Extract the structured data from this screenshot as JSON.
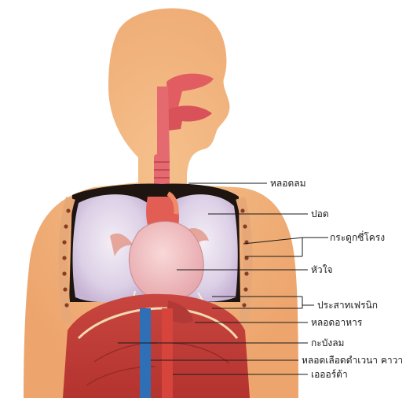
{
  "figure": {
    "subject": "human-thorax-anatomy",
    "labels": [
      {
        "id": "trachea",
        "text": "หลอดลม"
      },
      {
        "id": "lung",
        "text": "ปอด"
      },
      {
        "id": "ribs",
        "text": "กระดูกซี่โครง"
      },
      {
        "id": "heart",
        "text": "หัวใจ"
      },
      {
        "id": "phrenic-nerve",
        "text": "ประสาทเฟรนิก"
      },
      {
        "id": "esophagus",
        "text": "หลอดอาหาร"
      },
      {
        "id": "diaphragm",
        "text": "กะบังลม"
      },
      {
        "id": "vena-cava",
        "text": "หลอดเลือดดำเวนา คาวา"
      },
      {
        "id": "aorta",
        "text": "เอออร์ต้า"
      }
    ]
  }
}
